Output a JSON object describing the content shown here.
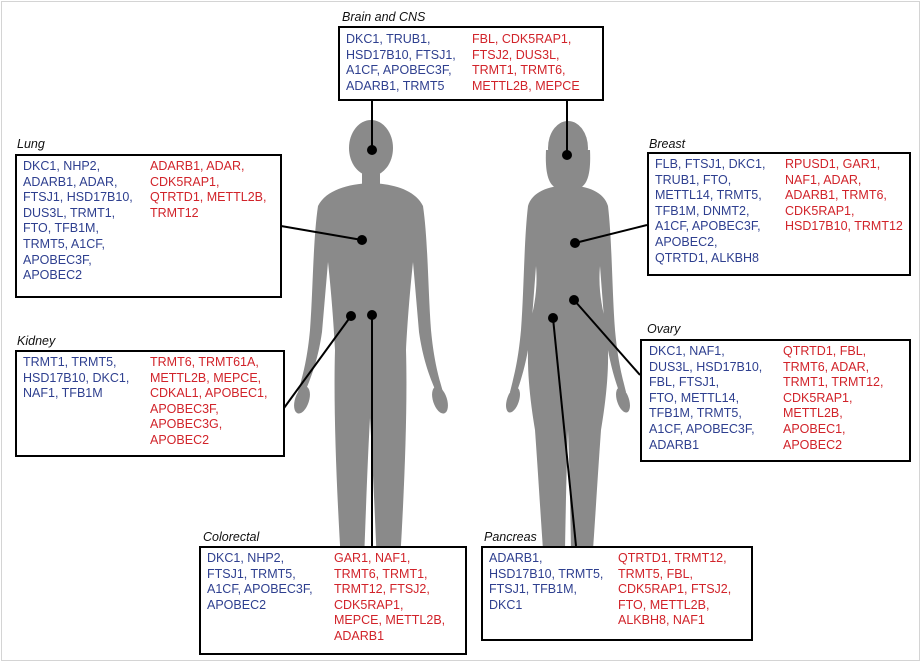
{
  "colors": {
    "decreased": "#2e3f8f",
    "increased": "#d1232a",
    "body": "#8a8a8a"
  },
  "panels": {
    "brain": {
      "title": "Brain and CNS",
      "blue": [
        "DKC1, TRUB1,",
        "HSD17B10, FTSJ1,",
        "A1CF, APOBEC3F,",
        "ADARB1, TRMT5"
      ],
      "red": [
        "FBL, CDK5RAP1,",
        "FTSJ2, DUS3L,",
        "TRMT1, TRMT6,",
        "METTL2B, MEPCE"
      ]
    },
    "lung": {
      "title": "Lung",
      "blue": [
        "DKC1, NHP2,",
        "ADARB1, ADAR,",
        "FTSJ1, HSD17B10,",
        "DUS3L, TRMT1,",
        "FTO, TFB1M,",
        "TRMT5, A1CF,",
        "APOBEC3F,",
        "APOBEC2"
      ],
      "red": [
        "ADARB1, ADAR,",
        "CDK5RAP1,",
        "QTRTD1, METTL2B,",
        "TRMT12"
      ]
    },
    "kidney": {
      "title": "Kidney",
      "blue": [
        "TRMT1, TRMT5,",
        "HSD17B10, DKC1,",
        "NAF1, TFB1M"
      ],
      "red": [
        "TRMT6, TRMT61A,",
        "METTL2B, MEPCE,",
        "CDKAL1, APOBEC1,",
        "APOBEC3F,",
        "APOBEC3G,",
        "APOBEC2"
      ]
    },
    "colorectal": {
      "title": "Colorectal",
      "blue": [
        "DKC1, NHP2,",
        "FTSJ1, TRMT5,",
        "A1CF, APOBEC3F,",
        "APOBEC2"
      ],
      "red": [
        "GAR1, NAF1,",
        "TRMT6, TRMT1,",
        "TRMT12, FTSJ2,",
        "CDK5RAP1,",
        "MEPCE, METTL2B,",
        "ADARB1"
      ]
    },
    "breast": {
      "title": "Breast",
      "blue": [
        "FLB, FTSJ1, DKC1,",
        "TRUB1, FTO,",
        "METTL14, TRMT5,",
        "TFB1M, DNMT2,",
        "A1CF, APOBEC3F,",
        "APOBEC2,",
        "QTRTD1, ALKBH8"
      ],
      "red": [
        "RPUSD1, GAR1,",
        "NAF1, ADAR,",
        "ADARB1, TRMT6,",
        "CDK5RAP1,",
        "HSD17B10, TRMT12"
      ]
    },
    "ovary": {
      "title": "Ovary",
      "blue": [
        "DKC1, NAF1,",
        "DUS3L, HSD17B10,",
        "FBL, FTSJ1,",
        "FTO, METTL14,",
        "TFB1M, TRMT5,",
        "A1CF, APOBEC3F,",
        "ADARB1"
      ],
      "red": [
        "QTRTD1, FBL,",
        "TRMT6, ADAR,",
        "TRMT1, TRMT12,",
        "CDK5RAP1,",
        "METTL2B,",
        "APOBEC1,",
        "APOBEC2"
      ]
    },
    "pancreas": {
      "title": "Pancreas",
      "blue": [
        "ADARB1,",
        "HSD17B10, TRMT5,",
        "FTSJ1, TFB1M,",
        "DKC1"
      ],
      "red": [
        "QTRTD1, TRMT12,",
        "TRMT5, FBL,",
        "CDK5RAP1, FTSJ2,",
        "FTO, METTL2B,",
        "ALKBH8, NAF1"
      ]
    }
  }
}
